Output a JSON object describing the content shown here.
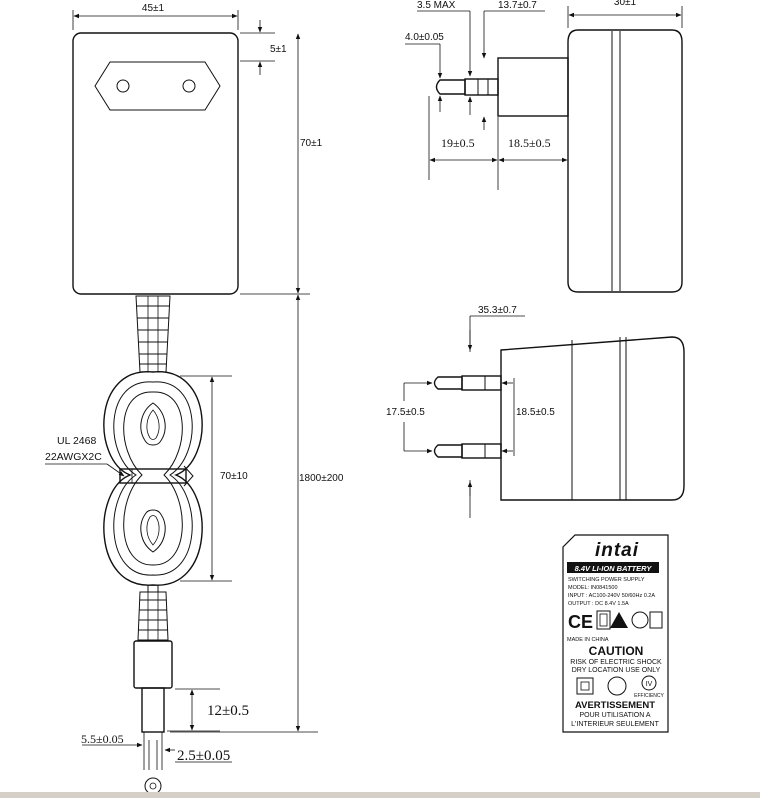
{
  "front_view": {
    "width_dim": "45±1",
    "top_offset_dim": "5±1",
    "height_dim": "70±1",
    "cable_length_dim": "1800±200",
    "coil_dim": "70±10",
    "cable_spec_line1": "UL 2468",
    "cable_spec_line2": "22AWGX2C",
    "plug_length_dim": "12±0.5",
    "plug_outer_dim": "5.5±0.05",
    "plug_inner_dim": "2.5±0.05"
  },
  "side_view": {
    "pin_max_dim": "3.5 MAX",
    "pin_spacing_dim": "13.7±0.7",
    "depth_dim": "30±1",
    "pin_diameter_dim": "4.0±0.05",
    "pin_length_dim": "19±0.5",
    "base_length_dim": "18.5±0.5"
  },
  "top_view": {
    "overall_dim": "35.3±0.7",
    "pin_pitch_dim": "17.5±0.5",
    "base_dim": "18.5±0.5"
  },
  "rating_label": {
    "brand": "intai",
    "product_band": "8.4V LI-ION BATTERY",
    "line1": "SWITCHING POWER SUPPLY",
    "line2": "MODEL: IN0841500",
    "line3": "INPUT : AC100-240V 50/60Hz 0.2A",
    "line4": "OUTPUT : DC 8.4V 1.5A",
    "ce_mark": "CE",
    "made_in": "MADE IN CHINA",
    "caution_title": "CAUTION",
    "caution_line1": "RISK OF ELECTRIC SHOCK",
    "caution_line2": "DRY LOCATION USE ONLY",
    "efficiency_mark": "IV",
    "efficiency_label": "EFFICIENCY",
    "warning_title": "AVERTISSEMENT",
    "warning_line1": "POUR UTILISATION A",
    "warning_line2": "L'INTERIEUR SEULEMENT"
  }
}
